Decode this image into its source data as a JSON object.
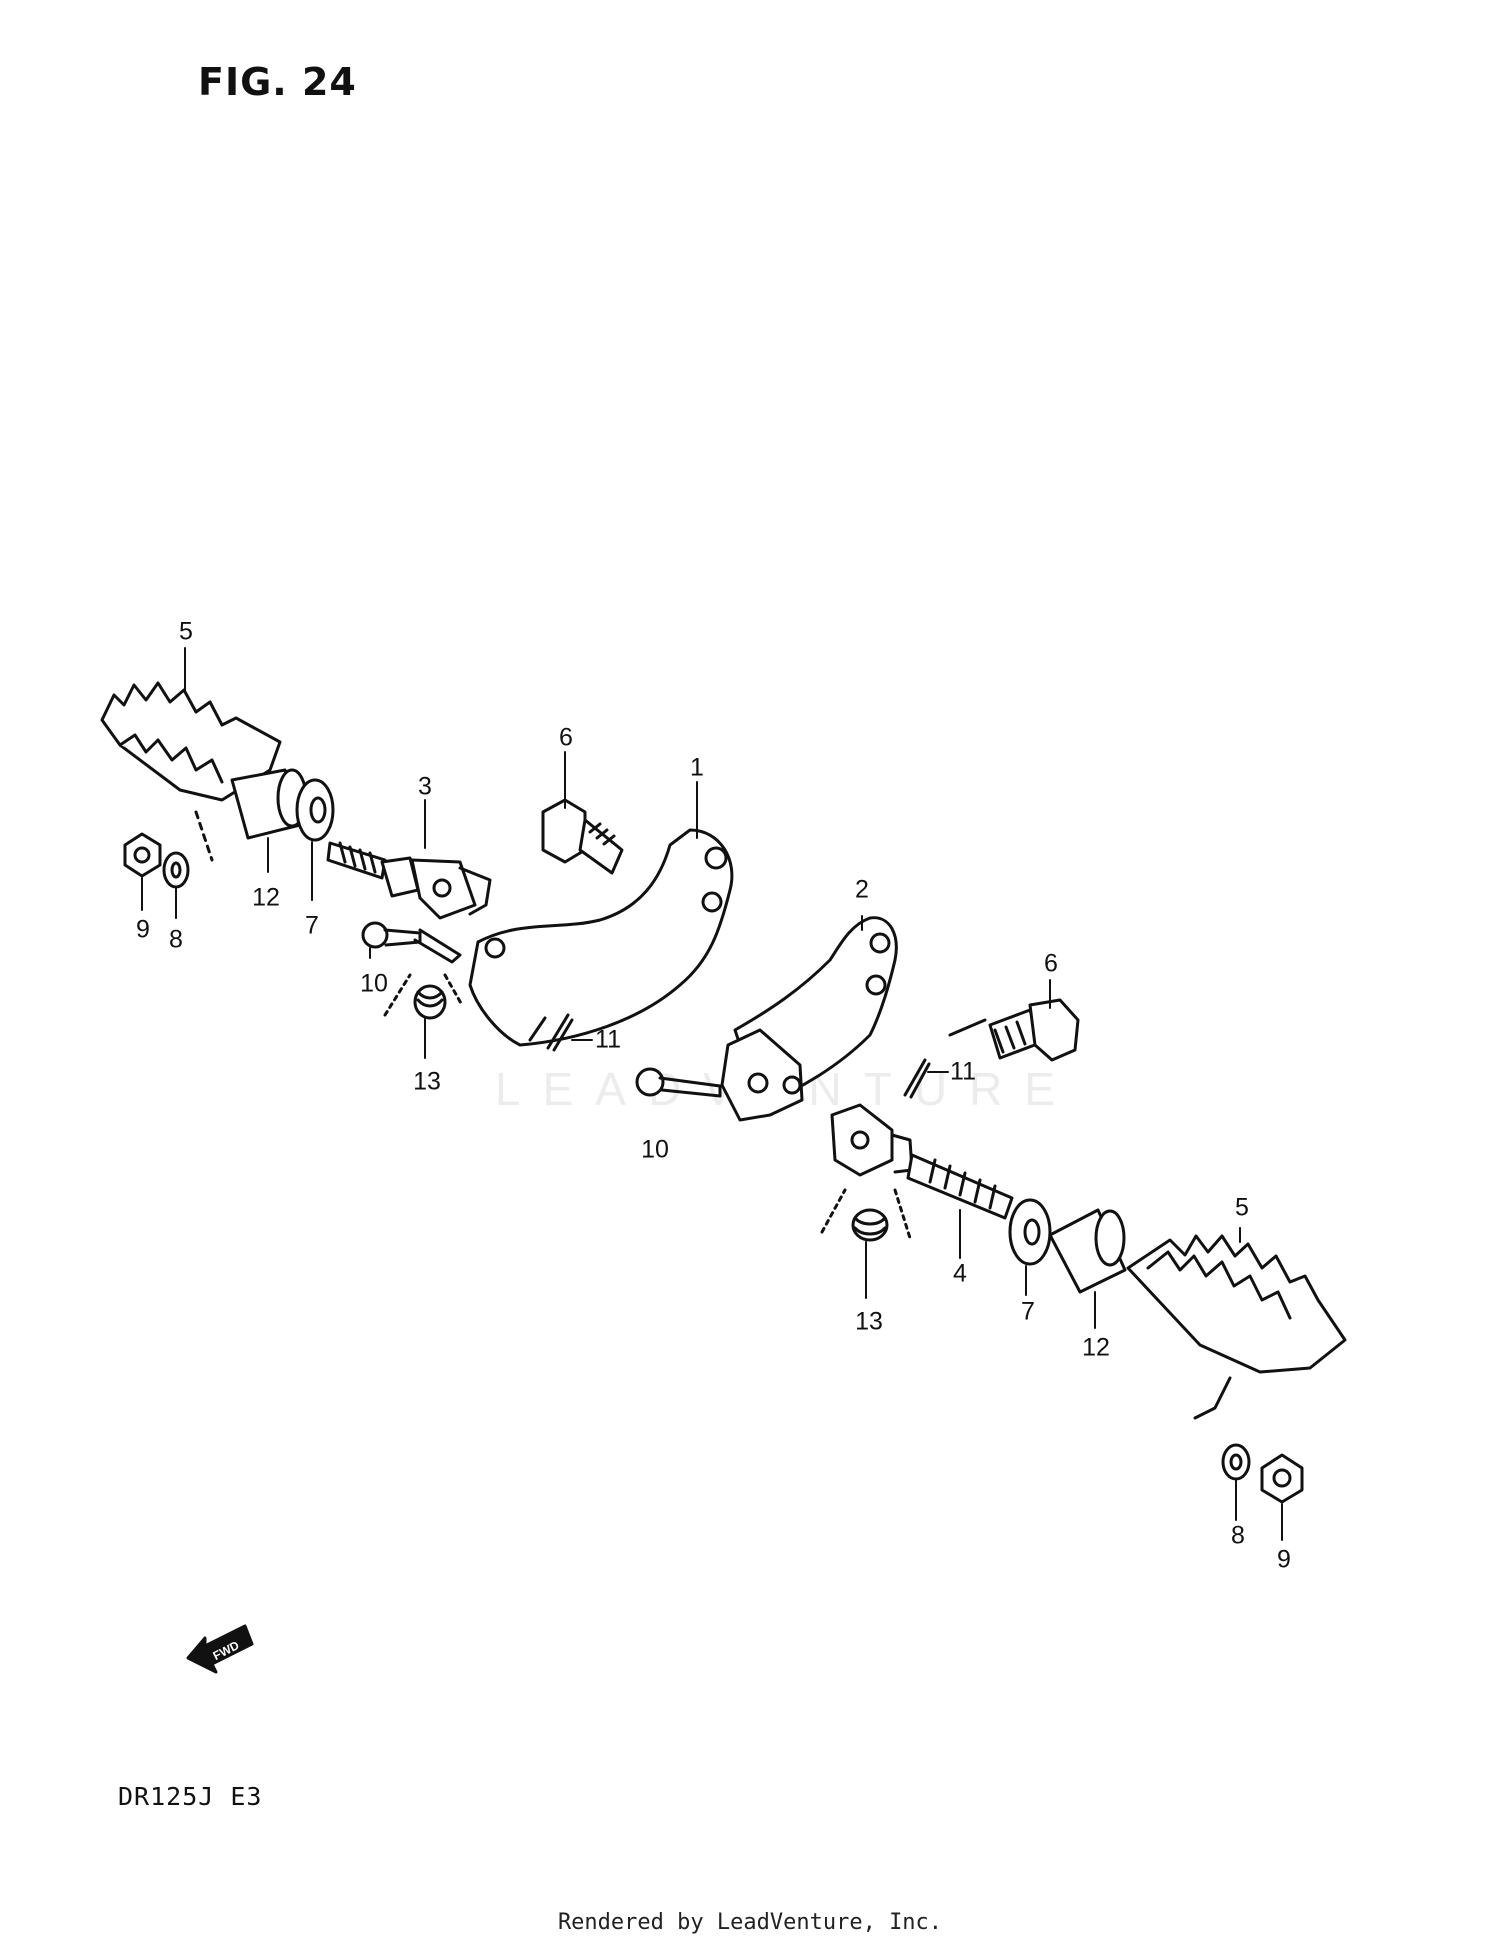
{
  "figure": {
    "title": "FIG. 24"
  },
  "model_code": "DR125J  E3",
  "watermark_text": "LEADVENTURE",
  "footer_text": "Rendered by LeadVenture, Inc.",
  "fwd_label": "FWD",
  "callouts": {
    "c5a": "5",
    "c6a": "6",
    "c1": "1",
    "c3": "3",
    "c2": "2",
    "c6b": "6",
    "c9a": "9",
    "c8a": "8",
    "c12a": "12",
    "c7a": "7",
    "c10a": "10",
    "c13a": "13",
    "c11a": "11",
    "c11b": "11",
    "c10b": "10",
    "c5b": "5",
    "c4": "4",
    "c7b": "7",
    "c13b": "13",
    "c12b": "12",
    "c8b": "8",
    "c9b": "9"
  }
}
